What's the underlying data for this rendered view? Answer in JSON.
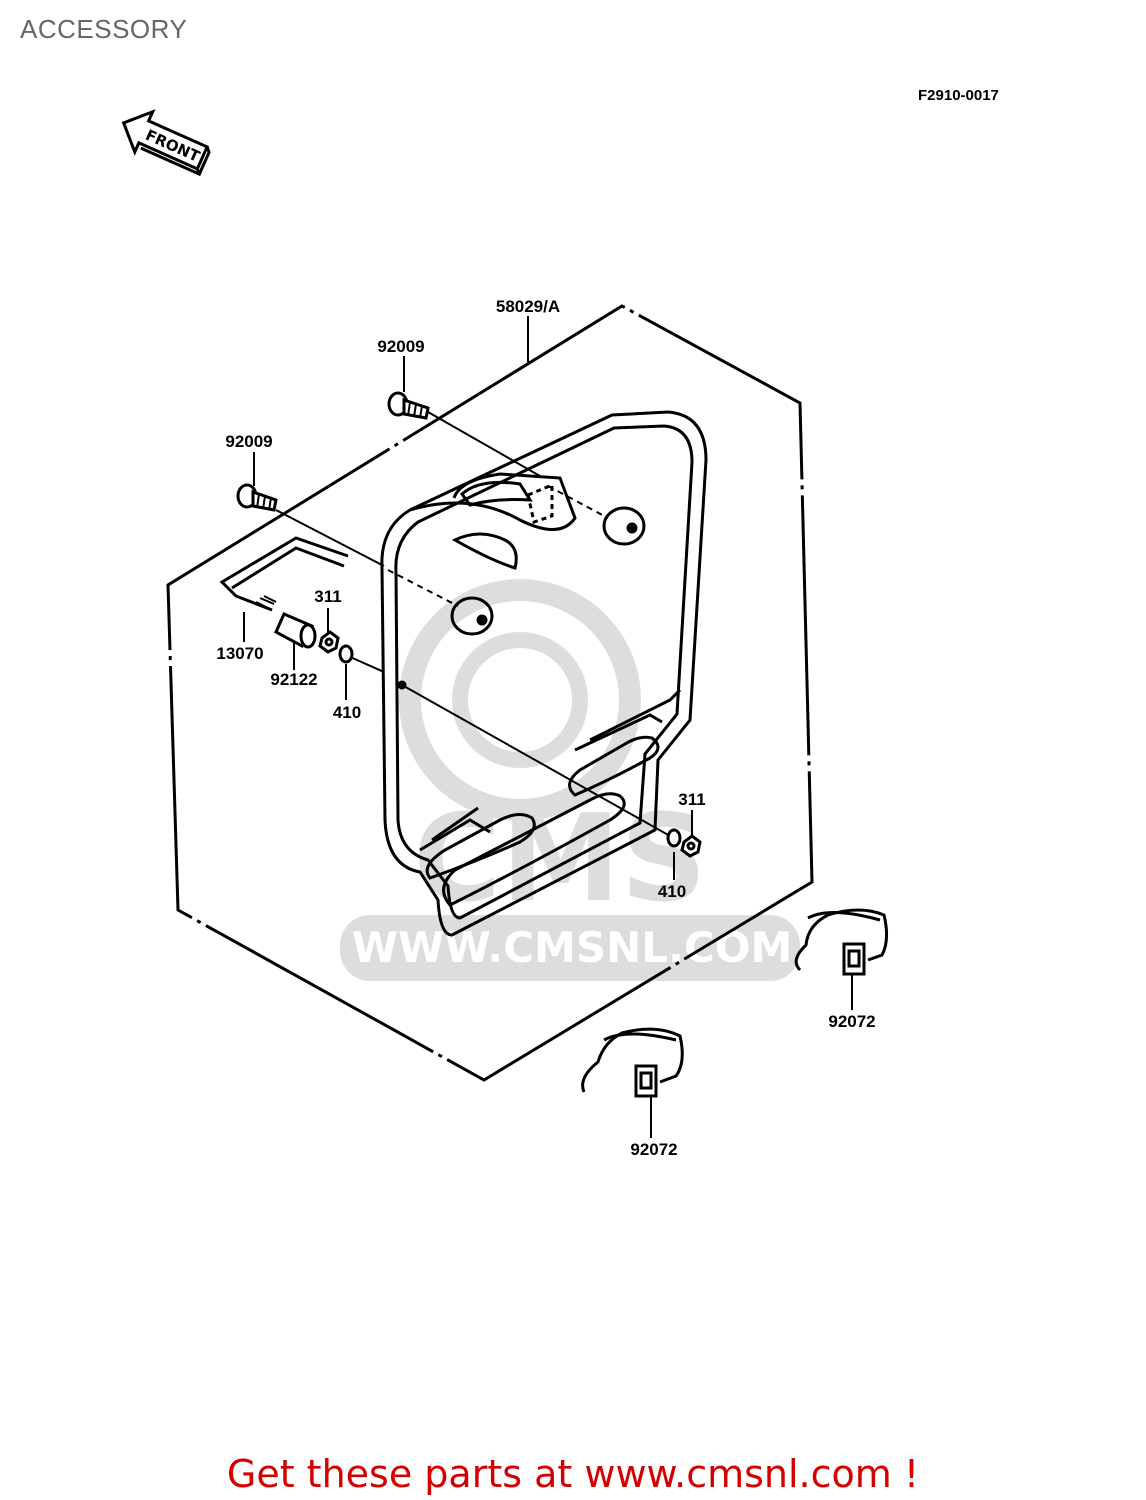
{
  "page": {
    "title": "ACCESSORY"
  },
  "diagram": {
    "ref_code": "F2910-0017",
    "front_arrow_label": "FRONT",
    "watermark": "WWW.CMSNL.COM",
    "callouts": {
      "number_plate": "58029/A",
      "bolt_top": "92009",
      "bolt_left": "92009",
      "stay": "13070",
      "collar": "92122",
      "nut_upper": "311",
      "washer_upper": "410",
      "nut_lower": "311",
      "washer_lower": "410",
      "band_right": "92072",
      "band_lower": "92072"
    }
  },
  "footer": {
    "text": "Get these parts at www.cmsnl.com !"
  }
}
